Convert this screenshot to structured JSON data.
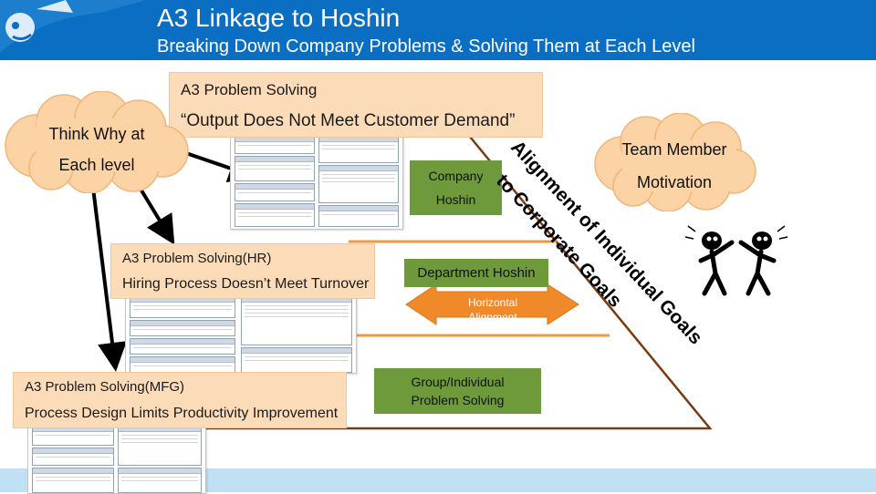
{
  "header": {
    "title": "A3 Linkage to Hoshin",
    "subtitle": "Breaking Down Company Problems & Solving Them at Each Level"
  },
  "callouts": [
    {
      "label": "A3 Problem Solving",
      "problem": "“Output Does Not Meet Customer Demand”"
    },
    {
      "label": "A3 Problem Solving(HR)",
      "problem": "Hiring Process Doesn’t Meet Turnover"
    },
    {
      "label": "A3 Problem Solving(MFG)",
      "problem": "Process Design Limits Productivity Improvement"
    }
  ],
  "clouds": {
    "think": [
      "Think Why at",
      "Each level"
    ],
    "team": [
      "Team Member",
      "Motivation"
    ]
  },
  "hoshin": {
    "company": [
      "Company",
      "Hoshin"
    ],
    "department": "Department Hoshin",
    "group": [
      "Group/Individual",
      "Problem Solving"
    ]
  },
  "alignment": {
    "horizontal": [
      "Horizontal",
      "Alignment"
    ],
    "diagonal": [
      "Alignment of Individual Goals",
      "to Corporate Goals"
    ]
  },
  "colors": {
    "header_blue": "#0a6fc2",
    "footer_blue": "#bfe1f3",
    "peach": "#fcdcb8",
    "cloud": "#fcd3a4",
    "hoshin_green": "#6e9a3c",
    "triangle": "#7a3b12",
    "level_line": "#f29a3a",
    "arrow_orange": "#f0892a"
  }
}
